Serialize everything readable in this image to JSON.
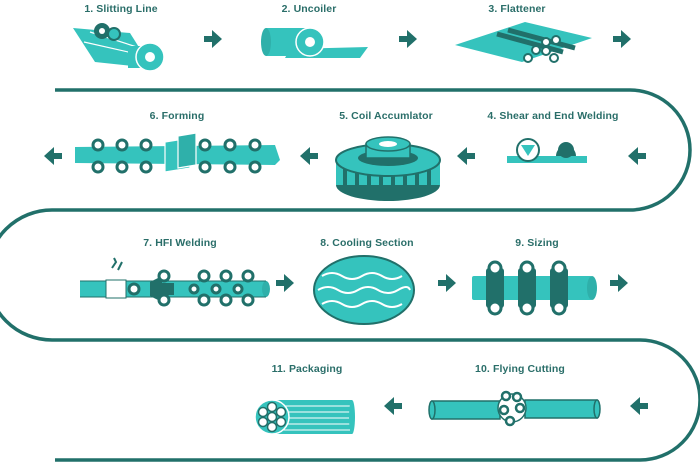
{
  "colors": {
    "teal": "#35c3bd",
    "dark": "#21706a",
    "label": "#2a6e69",
    "white": "#ffffff"
  },
  "steps": [
    {
      "label": "1. Slitting Line",
      "icon": "slitting-line-icon"
    },
    {
      "label": "2. Uncoiler",
      "icon": "uncoiler-icon"
    },
    {
      "label": "3. Flattener",
      "icon": "flattener-icon"
    },
    {
      "label": "4. Shear and End Welding",
      "icon": "shear-welding-icon"
    },
    {
      "label": "5. Coil Accumlator",
      "icon": "coil-accumulator-icon"
    },
    {
      "label": "6. Forming",
      "icon": "forming-rollers-icon"
    },
    {
      "label": "7. HFI Welding",
      "icon": "hfi-welding-icon"
    },
    {
      "label": "8. Cooling Section",
      "icon": "cooling-section-icon"
    },
    {
      "label": "9. Sizing",
      "icon": "sizing-rollers-icon"
    },
    {
      "label": "10. Flying Cutting",
      "icon": "flying-cutting-icon"
    },
    {
      "label": "11. Packaging",
      "icon": "packaging-bundle-icon"
    }
  ]
}
